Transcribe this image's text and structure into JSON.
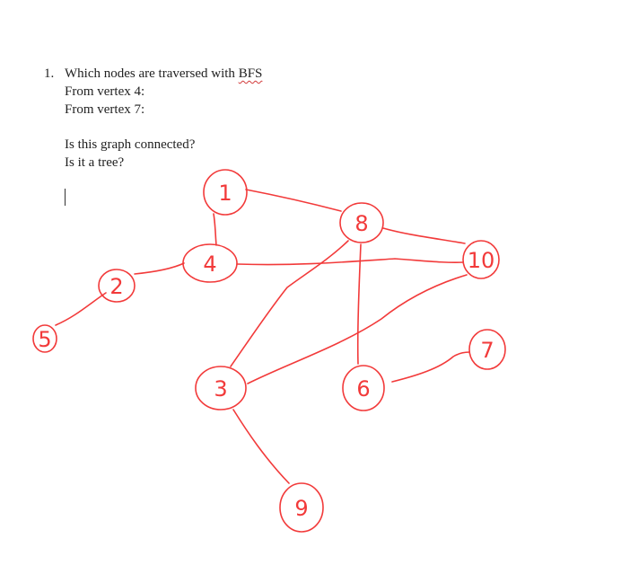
{
  "question": {
    "number": "1.",
    "prompt_prefix": "Which nodes are traversed with ",
    "prompt_keyword": "BFS",
    "from_vertex_4": "From vertex 4:",
    "from_vertex_7": "From vertex 7:",
    "connected": "Is this graph connected?",
    "tree": "Is it a tree?"
  },
  "graph": {
    "ink_color": "#f23a3a",
    "nodes": [
      {
        "id": "1",
        "label": "1"
      },
      {
        "id": "8",
        "label": "8"
      },
      {
        "id": "10",
        "label": "10"
      },
      {
        "id": "4",
        "label": "4"
      },
      {
        "id": "2",
        "label": "2"
      },
      {
        "id": "5",
        "label": "5"
      },
      {
        "id": "3",
        "label": "3"
      },
      {
        "id": "6",
        "label": "6"
      },
      {
        "id": "7",
        "label": "7"
      },
      {
        "id": "9",
        "label": "9"
      }
    ],
    "edges": [
      [
        "1",
        "8"
      ],
      [
        "1",
        "4"
      ],
      [
        "8",
        "10"
      ],
      [
        "8",
        "3"
      ],
      [
        "8",
        "6"
      ],
      [
        "4",
        "10"
      ],
      [
        "4",
        "2"
      ],
      [
        "2",
        "5"
      ],
      [
        "10",
        "3"
      ],
      [
        "3",
        "9"
      ],
      [
        "6",
        "7"
      ]
    ]
  }
}
